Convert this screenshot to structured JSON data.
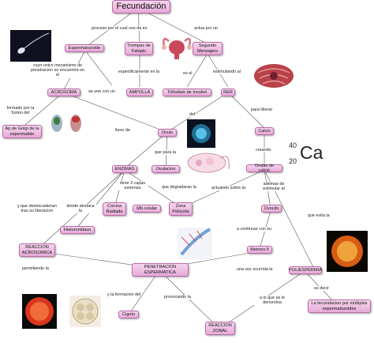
{
  "title": "Fecundación",
  "nodes": {
    "espermatozoide": "Espermatozoide",
    "trompas": "Trompas de Falopio",
    "segundo_mensajero": "Segundo Mensajero",
    "acrosoma": "ACROSOMA",
    "ampolla": "AMPOLLA",
    "trifosfato": "Trifosfato de Inositol",
    "rer": "RER",
    "ap_golgi": "Ap de Golgi de la espermatide",
    "ovulo": "Ovulo",
    "calcio": "Calcio",
    "enzimas": "ENZIMAS",
    "ovulacion": "Ovulacion",
    "ondas_calcio": "Ondas de calcio",
    "corona_radiada": "Corona Radiada",
    "mb_celular": "Mb celular",
    "zona_pelucida": "Zona Pelúcida",
    "hialuronidasa": "Hialuronidasa",
    "ovocito": "Ovocito",
    "reaccion_acrosomica": "REACCION ACROSOMICA",
    "meiosis": "Meiosis II",
    "penetracion": "PENETRACION ESPERMATICA",
    "polispermia": "POLIESPERMIA",
    "cigoto": "Cigoto",
    "reaccion_zonal": "REACCION ZONAL",
    "fecundacion_multiple": "La fecundacion por múltiples espermatozoides"
  },
  "links": {
    "proceso": "proceso por el cual un",
    "se_da_en": "se da en",
    "actua": "actua por un",
    "cuyo_unico": "cuyo unico mecanismo de penetracion se encuentra en el",
    "especificamente": "especificamente en la",
    "es_el": "es el",
    "estimulando": "estimulando al",
    "se_une": "se une con un",
    "formado": "formado por la fusion del",
    "del": "del",
    "para_liberar": "para liberar",
    "lleno_de": "lleno de",
    "que_para": "que para la",
    "creando": "creando",
    "tiene_3": "tiene 3 capas externas",
    "que_degradaran": "que degradaran la",
    "actuando": "actuando sobre la",
    "ademas": "ademas de estimular al",
    "desencadenan": "y que desencadenan tras su liberacion",
    "donde_destaca": "donde destaca la",
    "que_evita": "que evita la",
    "continuar": "a continuar con su",
    "permitiendo": "permitiendo la",
    "una_vez": "una vez ocurrida la",
    "formacion": "y la formacion del",
    "provocando": "provocando la",
    "lo_que": "a lo que se le denomina",
    "es_decir": "es decir"
  },
  "element": {
    "mass": "40",
    "number": "20",
    "symbol": "Ca"
  }
}
